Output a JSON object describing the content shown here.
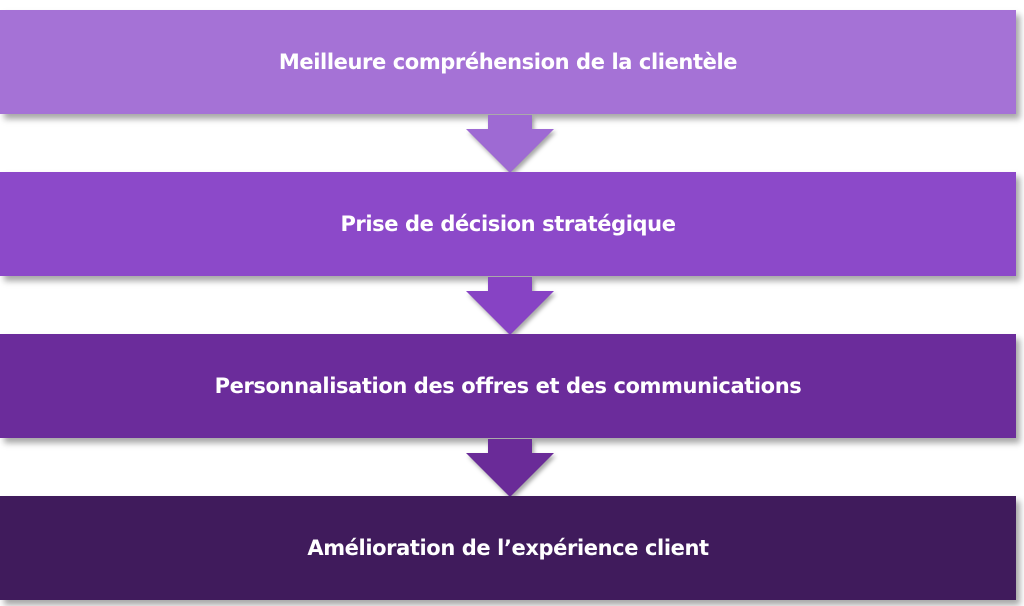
{
  "steps": [
    {
      "label": "Meilleure compréhension de la clientèle",
      "color": "#a572d6"
    },
    {
      "label": "Prise de décision stratégique",
      "color": "#8c49c9"
    },
    {
      "label": "Personnalisation des offres et des communications",
      "color": "#6b2c9b"
    },
    {
      "label": "Amélioration de l’expérience client",
      "color": "#401b5c"
    }
  ],
  "arrows": [
    {
      "color": "#9e6ad3"
    },
    {
      "color": "#8743c4"
    },
    {
      "color": "#6a2b98"
    }
  ]
}
